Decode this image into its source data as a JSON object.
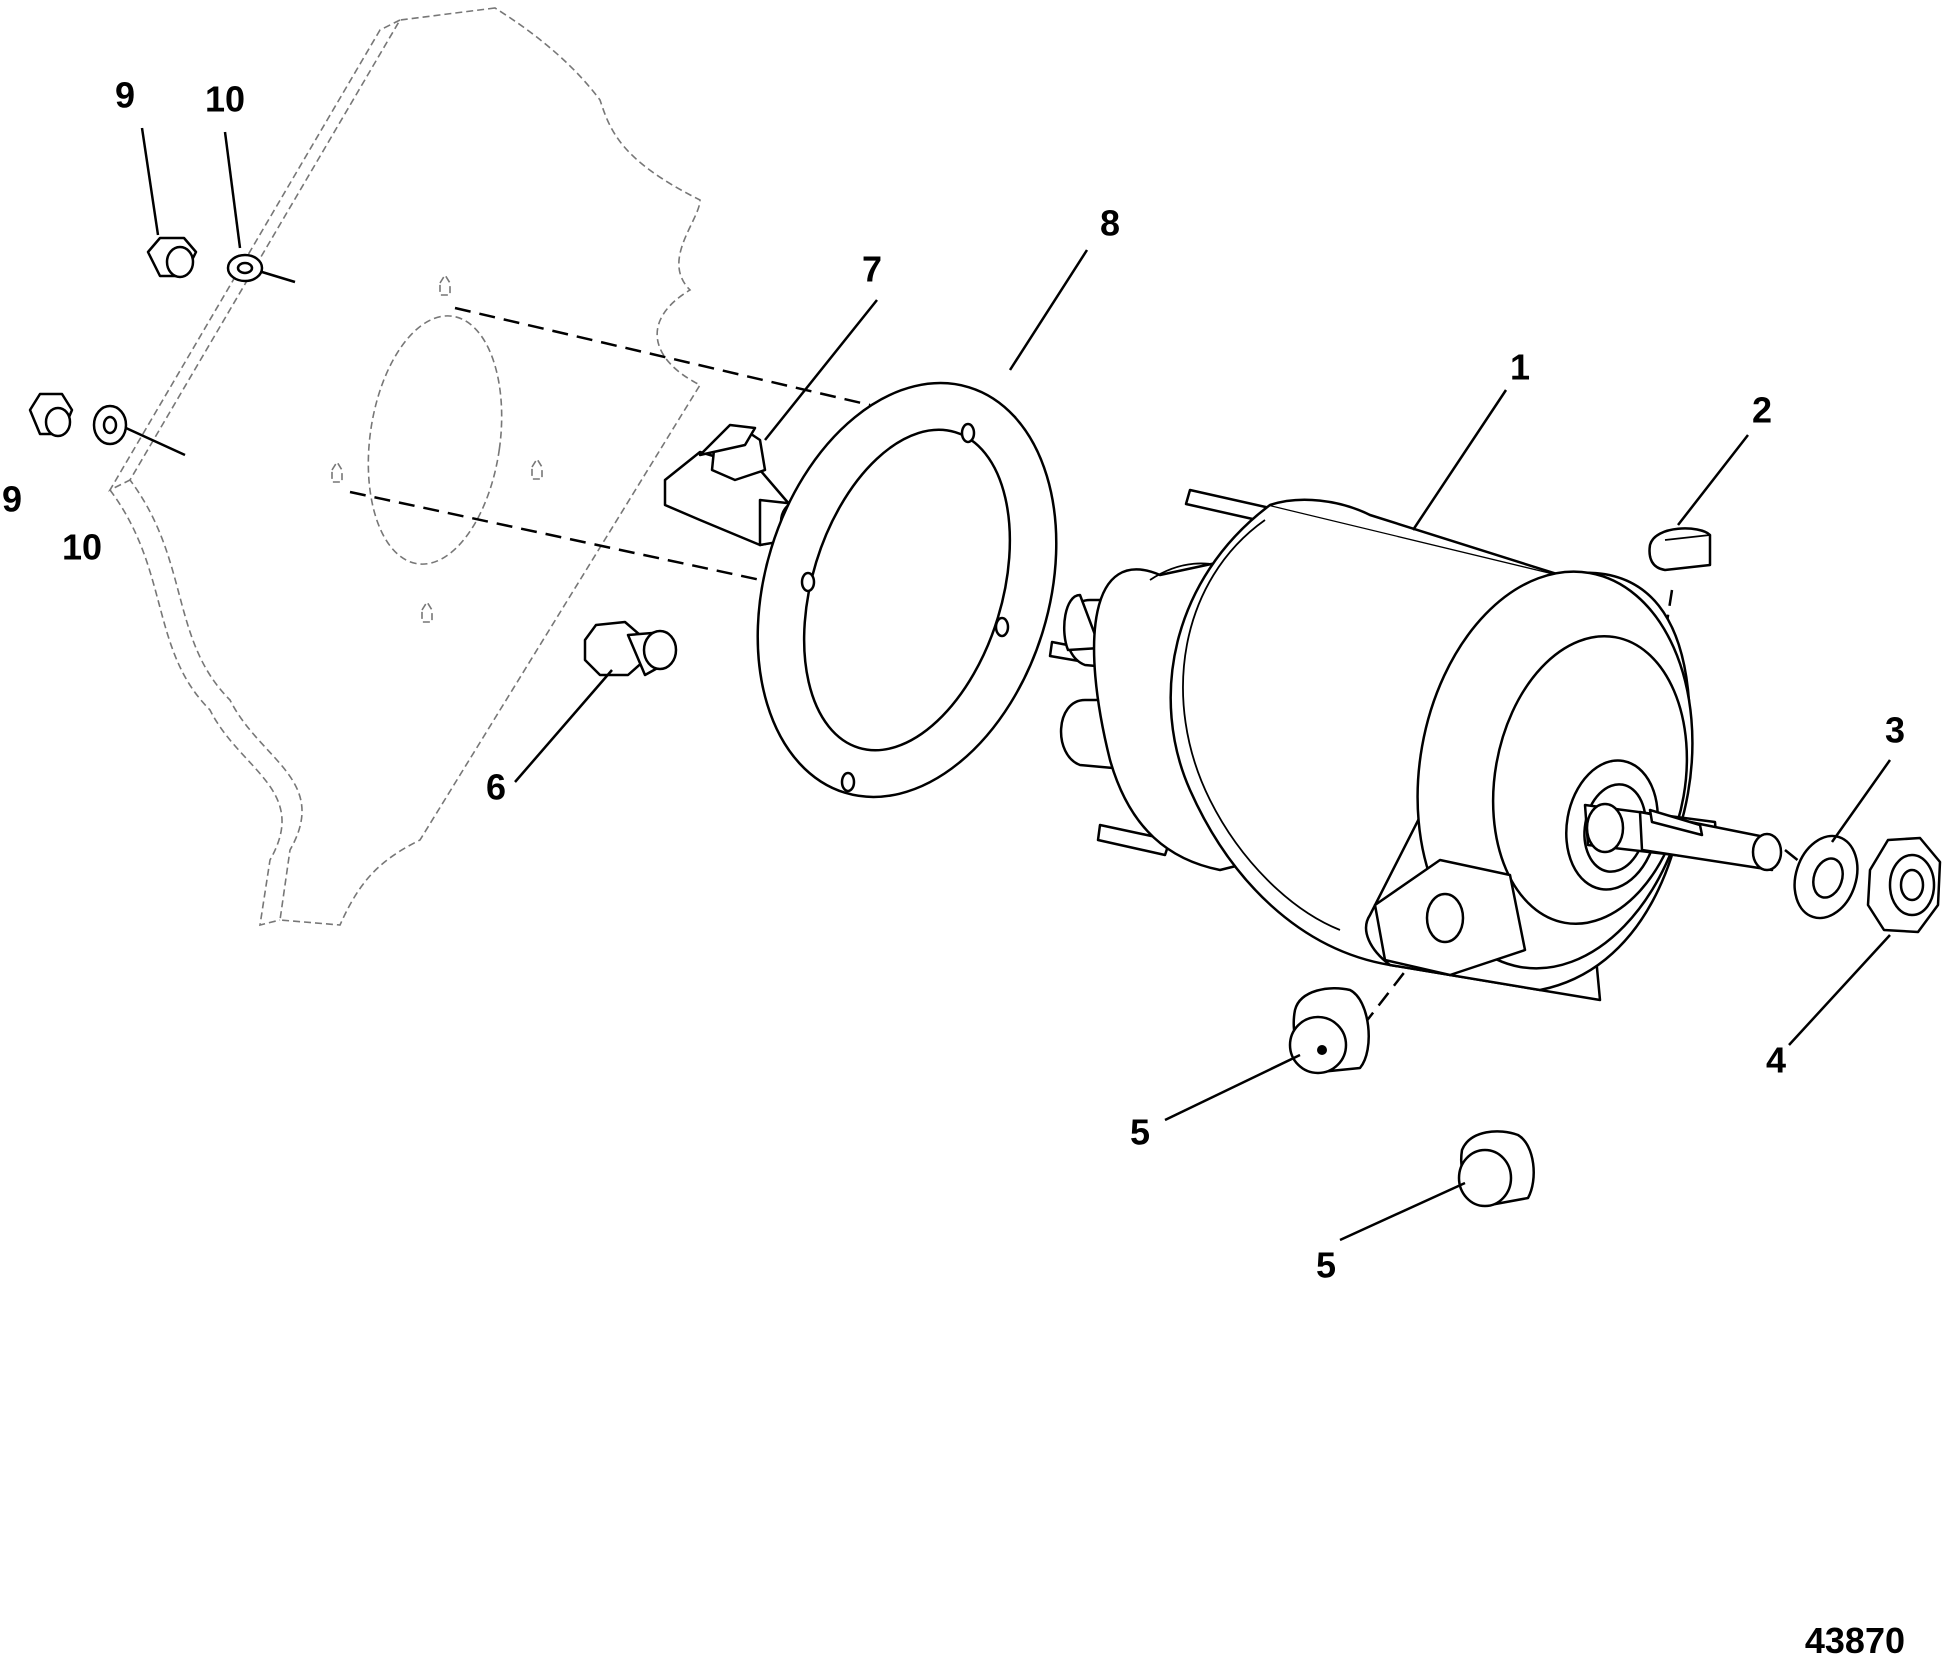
{
  "diagram": {
    "figure_number": "43870",
    "callouts": [
      {
        "id": "c1",
        "label": "1"
      },
      {
        "id": "c2",
        "label": "2"
      },
      {
        "id": "c3",
        "label": "3"
      },
      {
        "id": "c4",
        "label": "4"
      },
      {
        "id": "c5a",
        "label": "5"
      },
      {
        "id": "c5b",
        "label": "5"
      },
      {
        "id": "c6",
        "label": "6"
      },
      {
        "id": "c7",
        "label": "7"
      },
      {
        "id": "c8",
        "label": "8"
      },
      {
        "id": "c9a",
        "label": "9"
      },
      {
        "id": "c9b",
        "label": "9"
      },
      {
        "id": "c10a",
        "label": "10"
      },
      {
        "id": "c10b",
        "label": "10"
      }
    ]
  }
}
